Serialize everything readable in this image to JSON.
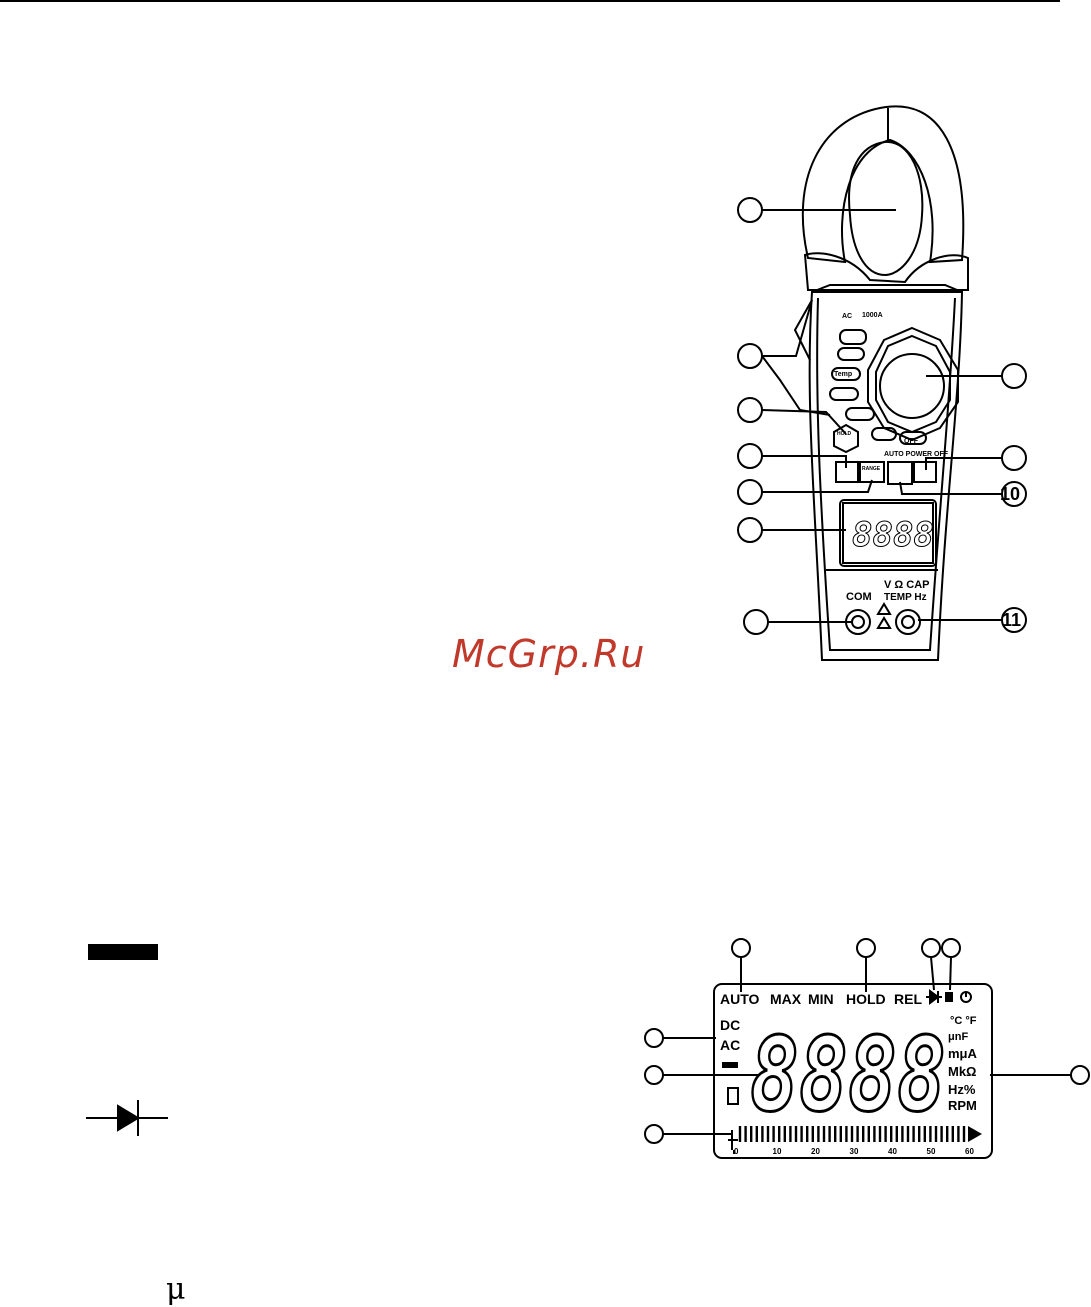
{
  "watermark": "McGrp.Ru",
  "meter": {
    "label_ac": "AC",
    "label_range": "1000A",
    "label_temp": "Temp",
    "label_hold": "HOLD",
    "label_range_btn": "RANGE",
    "label_auto_power": "AUTO POWER OFF",
    "label_off": "OFF",
    "label_com": "COM",
    "label_vcap": "V Ω CAP",
    "label_temphz": "TEMP Hz",
    "lcd_digits": "8888",
    "callout_10": "10",
    "callout_11": "11"
  },
  "lcd": {
    "top_row": [
      "AUTO",
      "MAX",
      "MIN",
      "HOLD",
      "REL"
    ],
    "left_labels": [
      "DC",
      "AC"
    ],
    "digits": "8888",
    "right_labels": [
      "°C °F",
      "μnF",
      "mμA",
      "MkΩ",
      "Hz%",
      "RPM"
    ],
    "scale": [
      "0",
      "10",
      "20",
      "30",
      "40",
      "50",
      "60"
    ]
  },
  "symbols": {
    "micro": "μ"
  }
}
